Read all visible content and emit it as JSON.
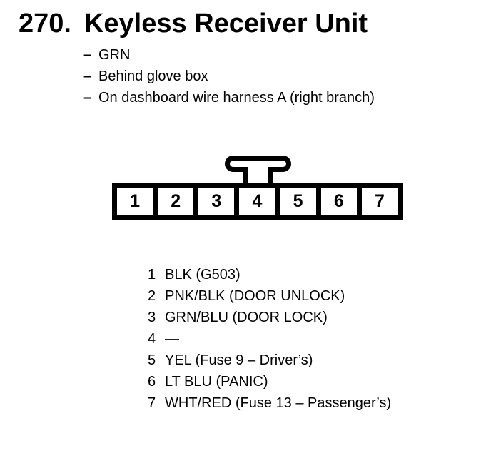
{
  "page": {
    "background": "#ffffff",
    "text_color": "#000000"
  },
  "title": {
    "number": "270.",
    "text": "Keyless Receiver Unit"
  },
  "notes": {
    "bullet": "–",
    "items": [
      "GRN",
      "Behind glove box",
      "On dashboard wire harness A (right branch)"
    ]
  },
  "connector": {
    "description": "7-pin connector, front view, latch tab on top",
    "pins": [
      "1",
      "2",
      "3",
      "4",
      "5",
      "6",
      "7"
    ]
  },
  "pin_list": {
    "rows": [
      {
        "pin": "1",
        "label": "BLK (G503)"
      },
      {
        "pin": "2",
        "label": "PNK/BLK (DOOR UNLOCK)"
      },
      {
        "pin": "3",
        "label": "GRN/BLU (DOOR LOCK)"
      },
      {
        "pin": "4",
        "label": "—"
      },
      {
        "pin": "5",
        "label": "YEL (Fuse 9 – Driver’s)"
      },
      {
        "pin": "6",
        "label": "LT BLU (PANIC)"
      },
      {
        "pin": "7",
        "label": "WHT/RED (Fuse 13 – Passenger’s)"
      }
    ]
  }
}
